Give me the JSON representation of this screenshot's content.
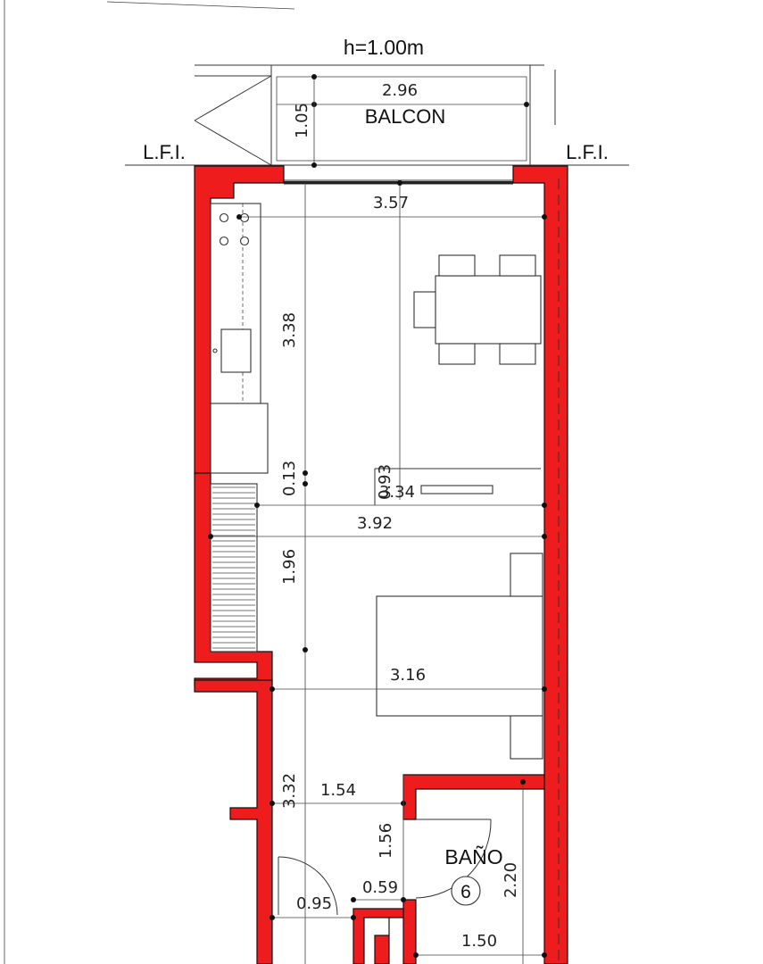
{
  "plan": {
    "railing_height": "h=1.00m",
    "rooms": {
      "balcony": "BALCON",
      "bathroom": "BAÑO",
      "bathroom_number": "6"
    },
    "property_line_left": "L.F.I.",
    "property_line_right": "L.F.I.",
    "dimensions": {
      "balcony_width": "2.96",
      "balcony_depth": "1.05",
      "living_width": "3.57",
      "living_length": "3.38",
      "wall_offset": "0.13",
      "overlap_a": "0.93",
      "overlap_b": "3.34",
      "mid_width": "3.92",
      "mid_length": "1.96",
      "bedroom_width": "3.16",
      "hall_length": "3.32",
      "hall_width": "1.54",
      "bath_door": "1.56",
      "bath_length": "2.20",
      "entry_door": "0.95",
      "closet": "0.59",
      "bath_width": "1.50"
    },
    "colors": {
      "walls": "#ee1c1c",
      "lines": "#333333",
      "background": "#ffffff"
    }
  }
}
